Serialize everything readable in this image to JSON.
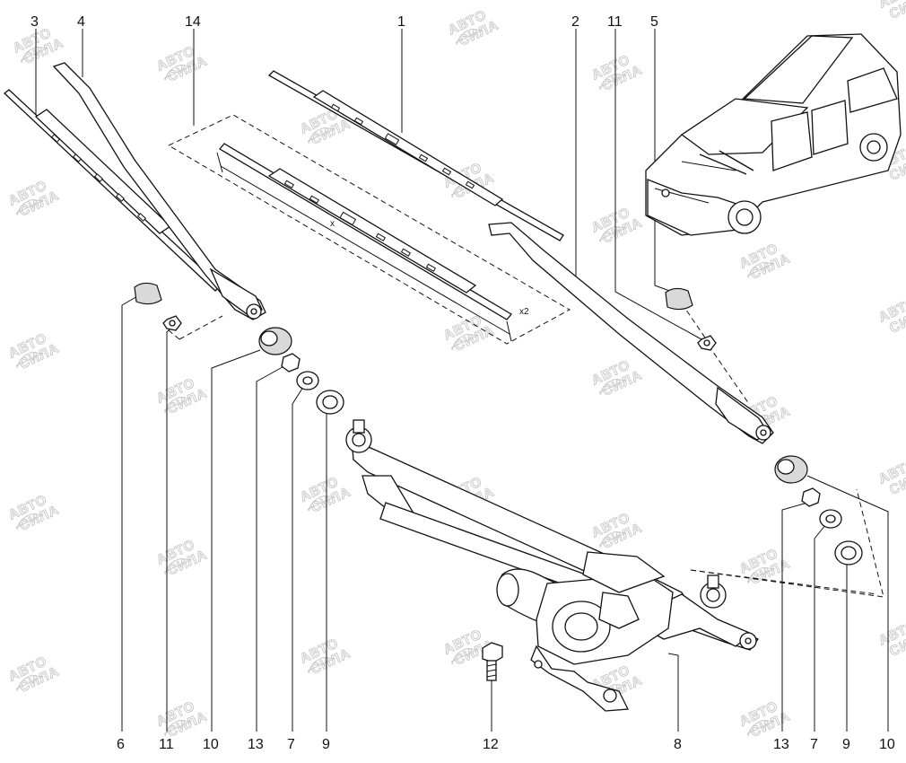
{
  "callouts_top": [
    {
      "id": "c3",
      "text": "3"
    },
    {
      "id": "c4",
      "text": "4"
    },
    {
      "id": "c14",
      "text": "14"
    },
    {
      "id": "c1",
      "text": "1"
    },
    {
      "id": "c2",
      "text": "2"
    },
    {
      "id": "c11t",
      "text": "11"
    },
    {
      "id": "c5",
      "text": "5"
    }
  ],
  "callouts_bottom": [
    {
      "id": "b6",
      "text": "6"
    },
    {
      "id": "b11",
      "text": "11"
    },
    {
      "id": "b10",
      "text": "10"
    },
    {
      "id": "b13",
      "text": "13"
    },
    {
      "id": "b7",
      "text": "7"
    },
    {
      "id": "b9",
      "text": "9"
    },
    {
      "id": "b12",
      "text": "12"
    },
    {
      "id": "b8",
      "text": "8"
    },
    {
      "id": "b13r",
      "text": "13"
    },
    {
      "id": "b7r",
      "text": "7"
    },
    {
      "id": "b9r",
      "text": "9"
    },
    {
      "id": "b10r",
      "text": "10"
    }
  ],
  "dimension": {
    "x_label": "x",
    "qty_label": "x2"
  },
  "watermark": {
    "line1": "АВТО",
    "line2": "СИЛА"
  },
  "colors": {
    "ink": "#111111",
    "watermark": "#c7c7c7",
    "background": "#ffffff"
  }
}
